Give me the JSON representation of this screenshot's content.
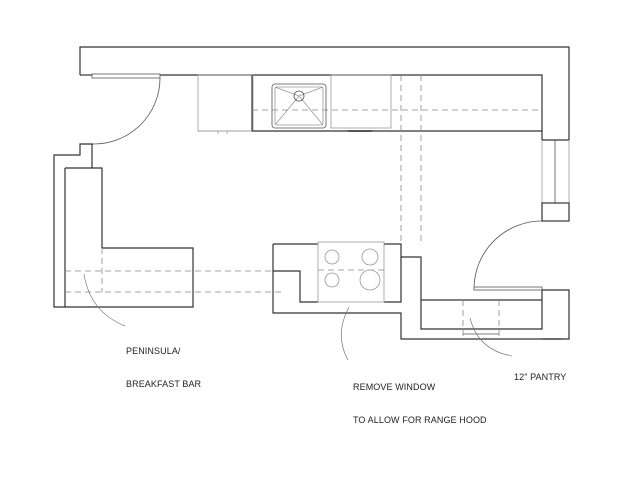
{
  "diagram": {
    "type": "kitchen-floor-plan",
    "annotations": [
      {
        "id": "peninsula",
        "line1": "PENINSULA/",
        "line2": "BREAKFAST BAR"
      },
      {
        "id": "range-hood",
        "line1": "REMOVE WINDOW",
        "line2": "TO ALLOW FOR RANGE HOOD"
      },
      {
        "id": "pantry",
        "line1": "12\" PANTRY"
      }
    ],
    "elements": [
      "exterior-wall",
      "entry-door",
      "base-cabinets",
      "sink",
      "dishwasher",
      "range-cooktop",
      "peninsula-breakfast-bar",
      "pantry",
      "window",
      "interior-door"
    ],
    "colors": {
      "line": "#333333",
      "background": "#ffffff"
    }
  }
}
